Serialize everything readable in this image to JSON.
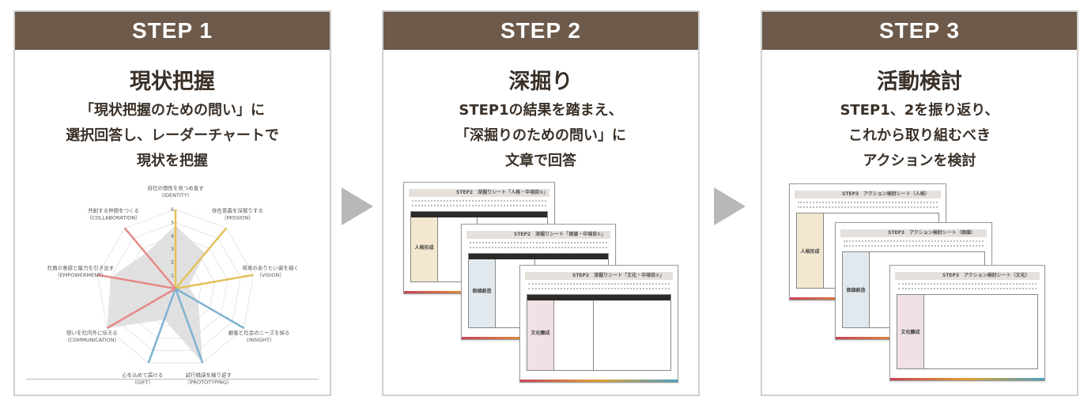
{
  "steps": [
    {
      "header": "STEP 1",
      "title": "現状把握",
      "description": "「現状把握のための問い」に\n選択回答し、レーダーチャートで\n現状を把握"
    },
    {
      "header": "STEP 2",
      "title": "深掘り",
      "description": "STEP1の結果を踏まえ、\n「深掘りのための問い」に\n文章で回答",
      "sheets": [
        {
          "title": "STEP2　深掘りシート「人格・中項目①」",
          "category": "人格形成"
        },
        {
          "title": "STEP2　深掘りシート「価値・中項目①」",
          "category": "価値創造"
        },
        {
          "title": "STEP2　深掘りシート「文化・中項目①」",
          "category": "文化醸成"
        }
      ]
    },
    {
      "header": "STEP 3",
      "title": "活動検討",
      "description": "STEP1、2を振り返り、\nこれから取り組むべき\nアクションを検討",
      "sheets": [
        {
          "title": "STEP3　アクション検討シート（人格）",
          "category": "人格形成"
        },
        {
          "title": "STEP3　アクション検討シート（価値）",
          "category": "価値創造"
        },
        {
          "title": "STEP3　アクション検討シート（文化）",
          "category": "文化醸成"
        }
      ]
    }
  ],
  "colors": {
    "header": "#6e5a4a",
    "arrow": "#b8b8b8",
    "personality": "#e3c15a",
    "value": "#7fb3d0",
    "culture": "#e58a86",
    "fill": "#d9d9d9"
  },
  "category_fills": [
    "#f3e8cf",
    "#e2e9ee",
    "#f1e1e4"
  ],
  "chart_data": {
    "type": "radar",
    "ticks": [
      1,
      2,
      3,
      4,
      5,
      6
    ],
    "range": [
      0,
      6
    ],
    "axes": [
      {
        "label": "自社の個性を見つめ直す",
        "sub": "（IDENTITY）",
        "group": "personality",
        "value": 4.8
      },
      {
        "label": "存在意義を深掘りする",
        "sub": "（MISSION）",
        "group": "personality",
        "value": 3.5
      },
      {
        "label": "将来のありたい姿を描く",
        "sub": "（VISION）",
        "group": "personality",
        "value": 1
      },
      {
        "label": "顧客と社会のニーズを探る",
        "sub": "（INSIGHT）",
        "group": "value",
        "value": 2
      },
      {
        "label": "試行錯誤を繰り返す",
        "sub": "（PROTOTYPING）",
        "group": "value",
        "value": 6
      },
      {
        "label": "心を込めて届ける",
        "sub": "（GIFT）",
        "group": "value",
        "value": 2.5
      },
      {
        "label": "想いを社内外に伝える",
        "sub": "（COMMUNICATION）",
        "group": "culture",
        "value": 6
      },
      {
        "label": "社員の意欲と能力を引き出す",
        "sub": "（EMPOWERMENT）",
        "group": "culture",
        "value": 5
      },
      {
        "label": "共創する仲間をつくる",
        "sub": "（COLLABORATION）",
        "group": "culture",
        "value": 3.5
      }
    ]
  }
}
